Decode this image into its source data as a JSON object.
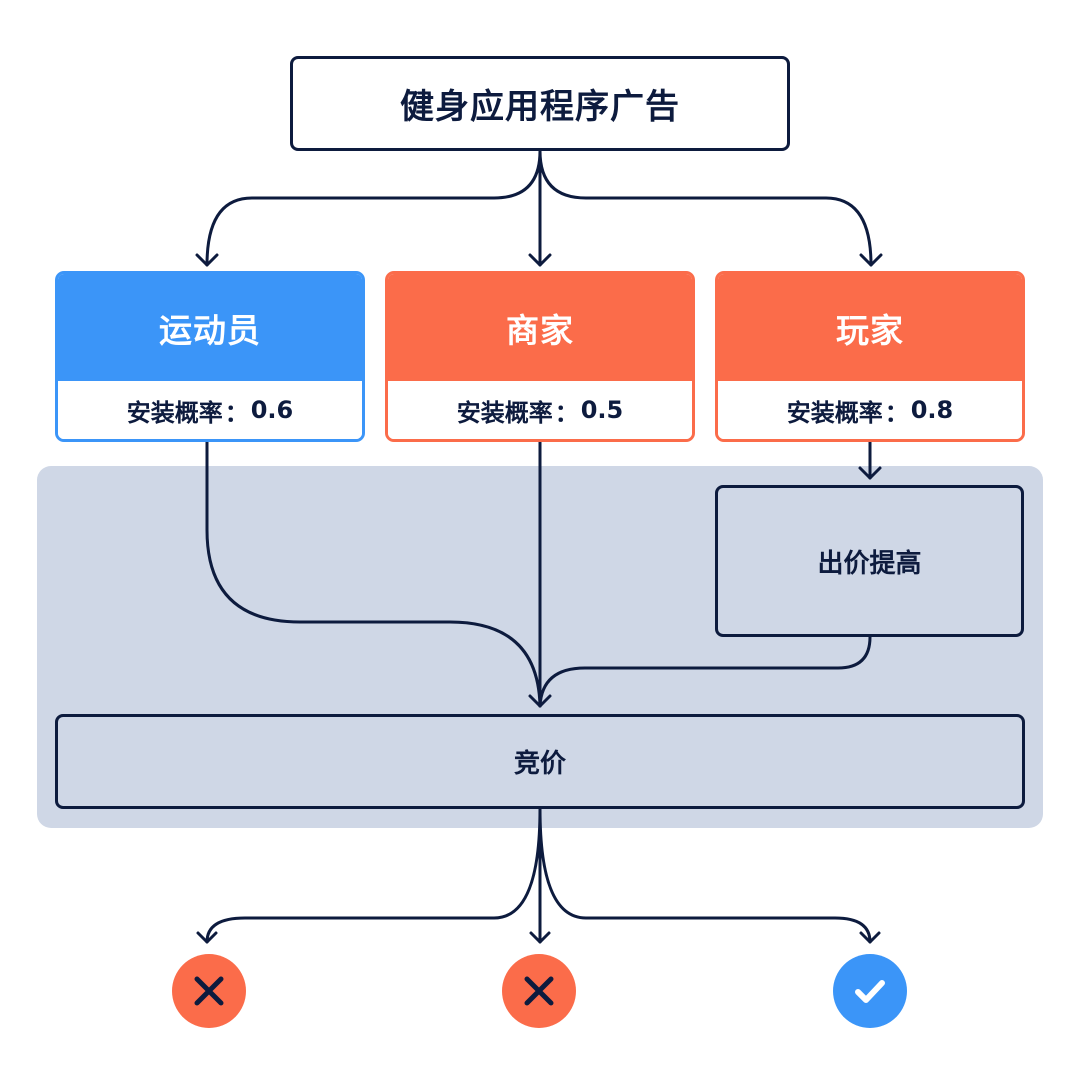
{
  "title": "健身应用程序广告",
  "audiences": [
    {
      "name": "运动员",
      "metric_label": "安装概率",
      "separator": "：",
      "metric_value": "0.6",
      "color": "#3b95f8"
    },
    {
      "name": "商家",
      "metric_label": "安装概率",
      "separator": "：",
      "metric_value": "0.5",
      "color": "#fb6c4a"
    },
    {
      "name": "玩家",
      "metric_label": "安装概率",
      "separator": "：",
      "metric_value": "0.8",
      "color": "#fb6c4a"
    }
  ],
  "raise_bid": "出价提高",
  "auction": "竞价",
  "outcomes": [
    {
      "icon": "close-icon",
      "color": "#fb6c4a"
    },
    {
      "icon": "close-icon",
      "color": "#fb6c4a"
    },
    {
      "icon": "check-icon",
      "color": "#3b95f8"
    }
  ],
  "colors": {
    "line": "#0d1b3e",
    "panel": "#cfd7e6"
  }
}
